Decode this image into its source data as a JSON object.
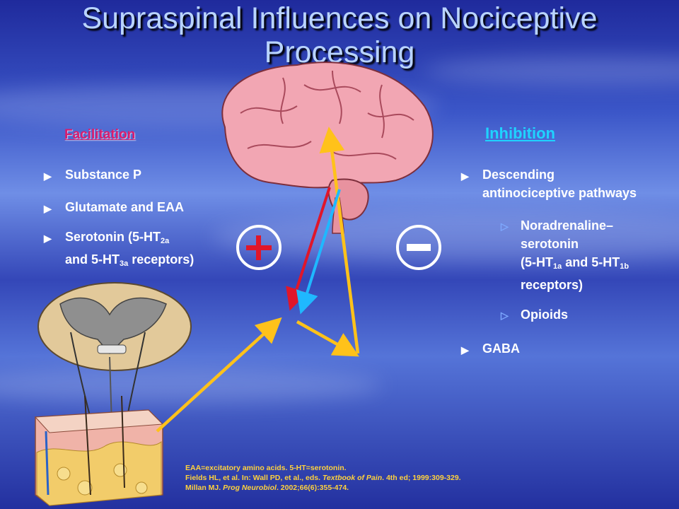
{
  "title": "Supraspinal Influences on Nociceptive Processing",
  "facilitation": {
    "heading": "Facilitation",
    "items": [
      {
        "text": "Substance P"
      },
      {
        "text": "Glutamate and EAA"
      },
      {
        "line1_a": "Serotonin (5-HT",
        "line1_sub": "2a",
        "line2_a": "and 5-HT",
        "line2_sub": "3a",
        "line2_b": " receptors)"
      }
    ]
  },
  "inhibition": {
    "heading": "Inhibition",
    "item1_line1": "Descending",
    "item1_line2": "antinociceptive pathways",
    "sub1_line1": "Noradrenaline–",
    "sub1_line2": "serotonin",
    "sub1_line3_a": "(5-HT",
    "sub1_line3_sub1": "1a",
    "sub1_line3_b": " and 5-HT",
    "sub1_line3_sub2": "1b",
    "sub1_line4": "receptors)",
    "sub2": "Opioids",
    "item2": "GABA"
  },
  "symbols": {
    "plus": "+",
    "minus": "−"
  },
  "references": {
    "line1": "EAA=excitatory amino acids. 5-HT=serotonin.",
    "line2_a": "Fields HL, et al. In: Wall PD, et al., eds. ",
    "line2_i": "Textbook of Pain",
    "line2_b": ". 4th ed; 1999:309-329.",
    "line3_a": "Millan MJ. ",
    "line3_i": "Prog Neurobiol",
    "line3_b": ". 2002;66(6):355-474."
  },
  "colors": {
    "facilitation": "#d81c6e",
    "inhibition": "#1fd3ff",
    "arrow_yellow": "#ffc21a",
    "arrow_red": "#e0162a",
    "arrow_blue": "#1fb8ff",
    "brain": "#f2a6b3"
  },
  "icons": {
    "bullet": "triangle-right",
    "sub_bullet": "triangle-right-outline"
  }
}
